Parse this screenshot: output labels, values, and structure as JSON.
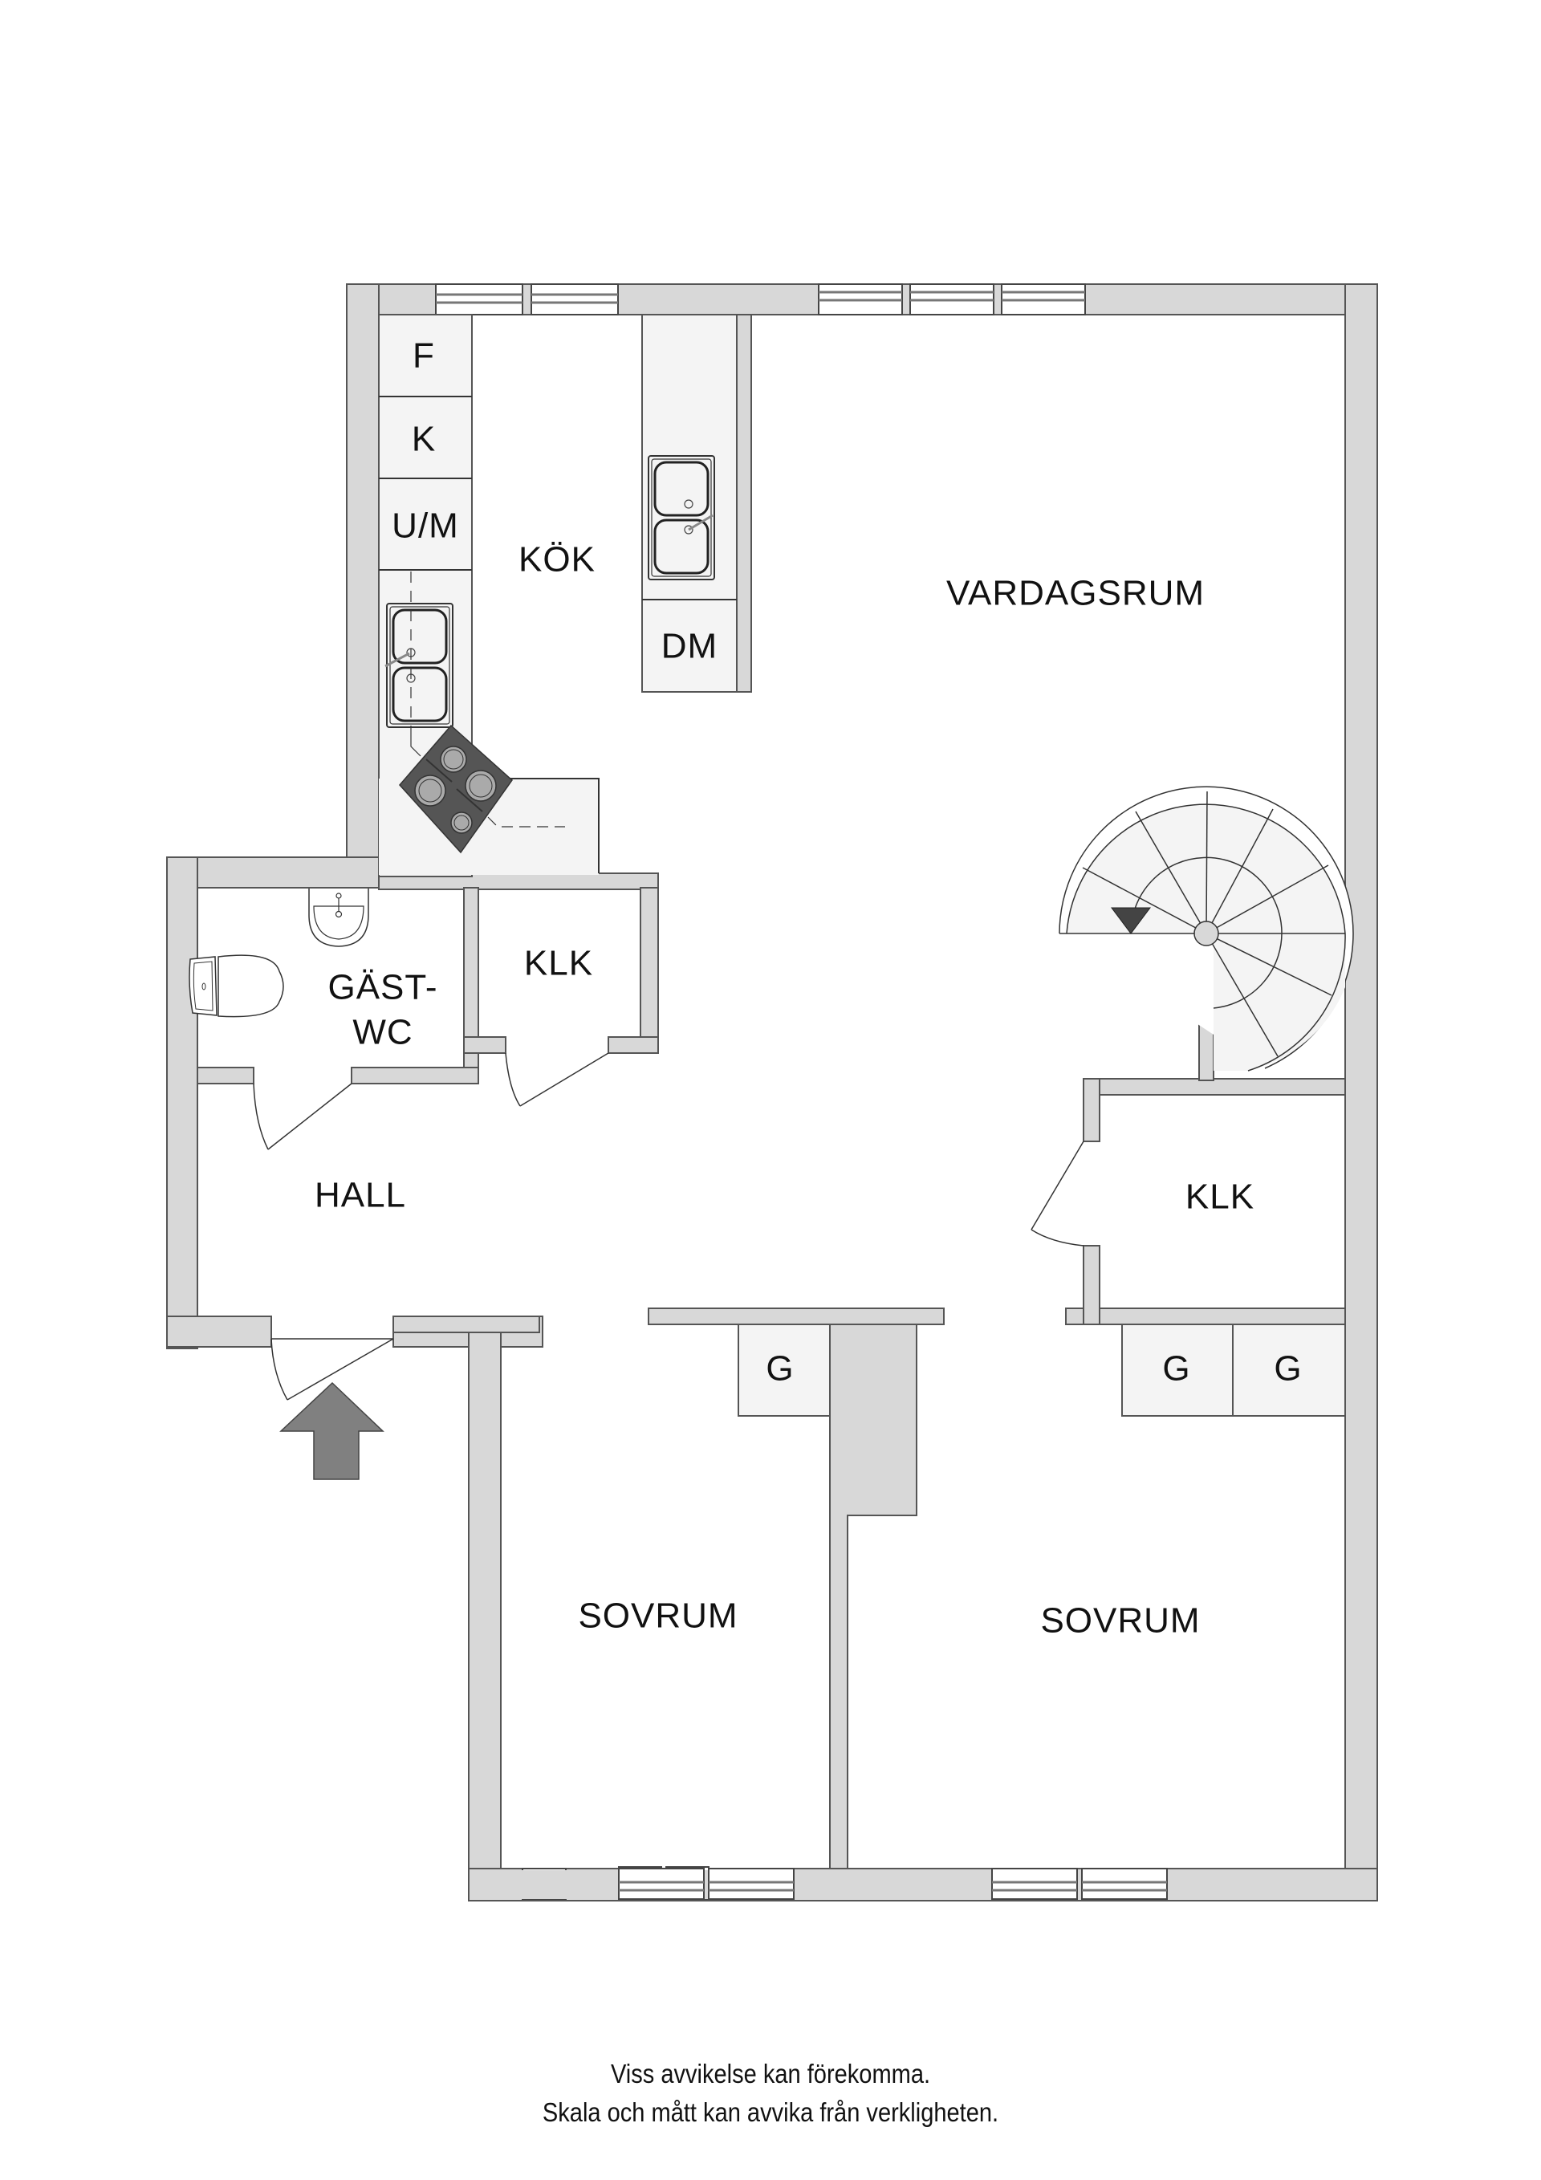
{
  "floorplan": {
    "rooms": {
      "kok": "KÖK",
      "vardagsrum": "VARDAGSRUM",
      "gast_wc_line1": "GÄST-",
      "gast_wc_line2": "WC",
      "klk_left": "KLK",
      "klk_right": "KLK",
      "hall": "HALL",
      "sovrum_left": "SOVRUM",
      "sovrum_right": "SOVRUM"
    },
    "fixtures": {
      "fridge": "F",
      "freezer": "K",
      "oven_micro": "U/M",
      "dishwasher": "DM",
      "wardrobe_left": "G",
      "wardrobe_right_1": "G",
      "wardrobe_right_2": "G"
    },
    "icons": {
      "entrance": "entrance-arrow",
      "stairs_direction": "stairs-down-triangle"
    },
    "colors": {
      "wall": "#d8d8d8",
      "cabinet": "#f4f4f4",
      "stove": "#555555",
      "entrance_arrow": "#808080",
      "stair_arrow": "#444444"
    }
  },
  "disclaimer": {
    "line1": "Viss avvikelse kan förekomma.",
    "line2": "Skala och mått kan avvika från verkligheten."
  }
}
